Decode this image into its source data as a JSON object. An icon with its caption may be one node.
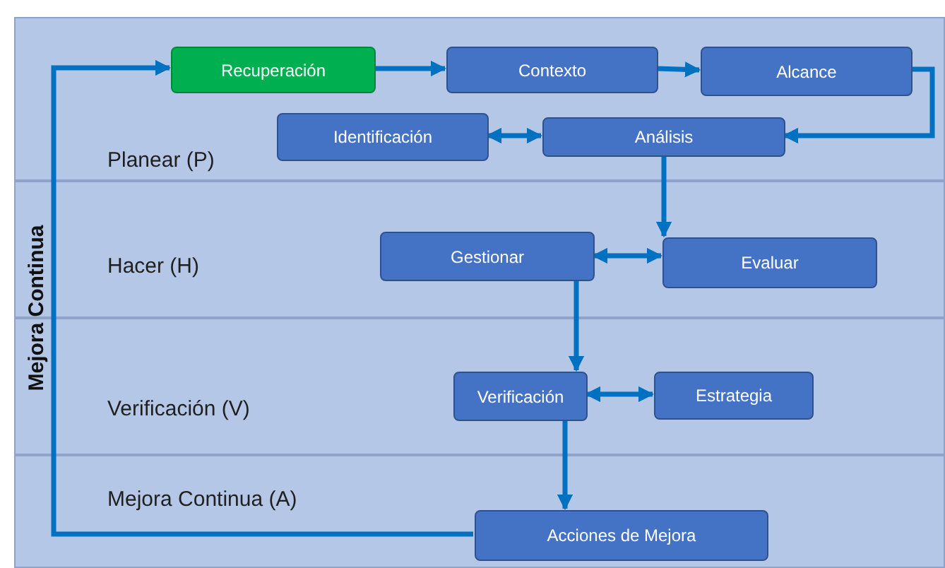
{
  "diagram": {
    "nodes": [
      {
        "text": [
          "Planear (P)"
        ]
      },
      {
        "text": [
          "Hacer (H)"
        ]
      },
      {
        "text": [
          "Verificación (V)"
        ]
      },
      {
        "text": [
          "Mejora Continua (A)"
        ]
      },
      {
        "text": [
          "Recuperación"
        ],
        "in": 0
      },
      {
        "text": [
          "Contexto"
        ],
        "in": 0
      },
      {
        "text": [
          "Alcance"
        ],
        "in": 0
      },
      {
        "text": [
          "Identificación"
        ],
        "in": 0
      },
      {
        "text": [
          "Análisis"
        ],
        "in": 0
      },
      {
        "text": [
          "Gestionar"
        ],
        "in": 1
      },
      {
        "text": [
          "Evaluar"
        ],
        "in": 1
      },
      {
        "text": [
          "Verificación"
        ],
        "in": 2
      },
      {
        "text": [
          "Estrategia"
        ],
        "in": 2
      },
      {
        "text": [
          "Acciones de Mejora"
        ],
        "in": 3
      }
    ],
    "edges": [
      {
        "from": 4,
        "to": 5,
        "arrow": "to"
      },
      {
        "from": 5,
        "to": 6,
        "arrow": "to"
      },
      {
        "from": 6,
        "to": 8,
        "arrow": "to"
      },
      {
        "from": 7,
        "to": 8,
        "arrow": "both"
      },
      {
        "from": 8,
        "to": 10,
        "arrow": "to"
      },
      {
        "from": 9,
        "to": 10,
        "arrow": "both"
      },
      {
        "from": 9,
        "to": 11,
        "arrow": "to"
      },
      {
        "from": 11,
        "to": 12,
        "arrow": "both"
      },
      {
        "from": 11,
        "to": 13,
        "arrow": "to"
      },
      {
        "from": 13,
        "to": 4,
        "arrow": "to"
      }
    ],
    "labels": [
      "Mejora Continua"
    ]
  }
}
